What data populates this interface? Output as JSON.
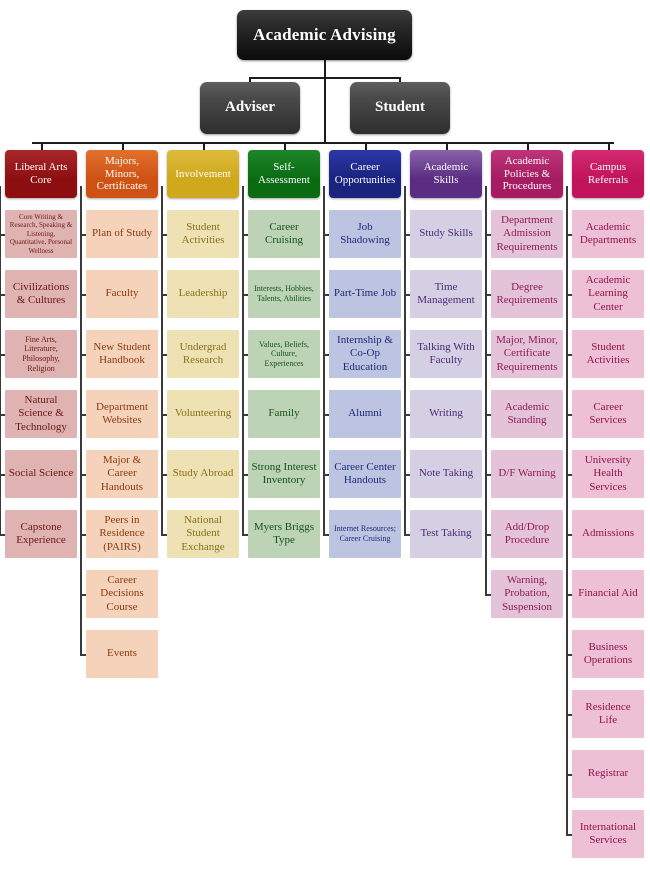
{
  "diagram": {
    "title": "Academic Advising",
    "root": {
      "label": "Academic Advising"
    },
    "mid_nodes": [
      {
        "label": "Adviser"
      },
      {
        "label": "Student"
      }
    ],
    "colors": {
      "root_bg": "#0b0b0b",
      "mid_bg": "#3f3f3f",
      "connector": "#1c1c1c"
    },
    "columns": [
      {
        "id": "liberal-arts-core",
        "header": "Liberal Arts Core",
        "header_bg": "#8d0f12",
        "header_bg_light": "#a8282a",
        "item_bg": "#dfb3b1",
        "item_text": "#6b1713",
        "items": [
          {
            "label": "Core Writing & Research, Speaking & Listening, Quantitative, Personal Wellness",
            "size": "tiny"
          },
          {
            "label": "Civilizations & Cultures",
            "size": "normal"
          },
          {
            "label": "Fine Arts, Literature, Philosophy, Religion",
            "size": "small"
          },
          {
            "label": "Natural Science & Technology",
            "size": "normal"
          },
          {
            "label": "Social Science",
            "size": "normal"
          },
          {
            "label": "Capstone Experience",
            "size": "normal"
          }
        ]
      },
      {
        "id": "majors-minors-certificates",
        "header": "Majors, Minors, Certificates",
        "header_bg": "#cf5215",
        "header_bg_light": "#e2712c",
        "item_bg": "#f4d3ba",
        "item_text": "#8a3a10",
        "items": [
          {
            "label": "Plan of Study",
            "size": "normal"
          },
          {
            "label": "Faculty",
            "size": "normal"
          },
          {
            "label": "New Student Handbook",
            "size": "normal"
          },
          {
            "label": "Department Websites",
            "size": "normal"
          },
          {
            "label": "Major & Career Handouts",
            "size": "normal"
          },
          {
            "label": "Peers in Residence (PAIRS)",
            "size": "normal"
          },
          {
            "label": "Career Decisions Course",
            "size": "normal"
          },
          {
            "label": "Events",
            "size": "normal"
          }
        ]
      },
      {
        "id": "involvement",
        "header": "Involvement",
        "header_bg": "#cfa81c",
        "header_bg_light": "#ddbb3c",
        "item_bg": "#eee2b4",
        "item_text": "#87701a",
        "items": [
          {
            "label": "Student Activities",
            "size": "normal"
          },
          {
            "label": "Leadership",
            "size": "normal"
          },
          {
            "label": "Undergrad Research",
            "size": "normal"
          },
          {
            "label": "Volunteering",
            "size": "normal"
          },
          {
            "label": "Study Abroad",
            "size": "normal"
          },
          {
            "label": "National Student Exchange",
            "size": "normal"
          }
        ]
      },
      {
        "id": "self-assessment",
        "header": "Self-Assessment",
        "header_bg": "#0a6b13",
        "header_bg_light": "#1f8529",
        "item_bg": "#bcd4b5",
        "item_text": "#14521a",
        "items": [
          {
            "label": "Career Cruising",
            "size": "normal"
          },
          {
            "label": "Interests, Hobbies, Talents, Abilities",
            "size": "small"
          },
          {
            "label": "Values, Beliefs, Culture, Experiences",
            "size": "small"
          },
          {
            "label": "Family",
            "size": "normal"
          },
          {
            "label": "Strong Interest Inventory",
            "size": "normal"
          },
          {
            "label": "Myers Briggs Type",
            "size": "normal"
          }
        ]
      },
      {
        "id": "career-opportunities",
        "header": "Career Opportunities",
        "header_bg": "#1a237e",
        "header_bg_light": "#2b39a8",
        "item_bg": "#bcc4e2",
        "item_text": "#1e2a73",
        "items": [
          {
            "label": "Job Shadowing",
            "size": "normal"
          },
          {
            "label": "Part-Time Job",
            "size": "normal"
          },
          {
            "label": "Internship & Co-Op Education",
            "size": "normal"
          },
          {
            "label": "Alumni",
            "size": "normal"
          },
          {
            "label": "Career Center Handouts",
            "size": "normal"
          },
          {
            "label": "Internet Resources; Career Cruising",
            "size": "small"
          }
        ]
      },
      {
        "id": "academic-skills",
        "header": "Academic Skills",
        "header_bg": "#5b2d82",
        "header_bg_light": "#8a63ab",
        "item_bg": "#d5cfe4",
        "item_text": "#4b2b73",
        "items": [
          {
            "label": "Study Skills",
            "size": "normal"
          },
          {
            "label": "Time Management",
            "size": "normal"
          },
          {
            "label": "Talking With Faculty",
            "size": "normal"
          },
          {
            "label": "Writing",
            "size": "normal"
          },
          {
            "label": "Note Taking",
            "size": "normal"
          },
          {
            "label": "Test Taking",
            "size": "normal"
          }
        ]
      },
      {
        "id": "academic-policies-procedures",
        "header": "Academic Policies & Procedures",
        "header_bg": "#a61c62",
        "header_bg_light": "#bf3579",
        "item_bg": "#e4c2d7",
        "item_text": "#8e1b58",
        "items": [
          {
            "label": "Department Admission Requirements",
            "size": "normal"
          },
          {
            "label": "Degree Requirements",
            "size": "normal"
          },
          {
            "label": "Major, Minor, Certificate Requirements",
            "size": "normal"
          },
          {
            "label": "Academic Standing",
            "size": "normal"
          },
          {
            "label": "D/F Warning",
            "size": "normal"
          },
          {
            "label": "Add/Drop Procedure",
            "size": "normal"
          },
          {
            "label": "Warning, Probation, Suspension",
            "size": "normal"
          }
        ]
      },
      {
        "id": "campus-referrals",
        "header": "Campus Referrals",
        "header_bg": "#c2145a",
        "header_bg_light": "#d42a70",
        "item_bg": "#eec0d6",
        "item_text": "#92124b",
        "items": [
          {
            "label": "Academic Departments",
            "size": "normal"
          },
          {
            "label": "Academic Learning Center",
            "size": "normal"
          },
          {
            "label": "Student Activities",
            "size": "normal"
          },
          {
            "label": "Career Services",
            "size": "normal"
          },
          {
            "label": "University Health Services",
            "size": "normal"
          },
          {
            "label": "Admissions",
            "size": "normal"
          },
          {
            "label": "Financial Aid",
            "size": "normal"
          },
          {
            "label": "Business Operations",
            "size": "normal"
          },
          {
            "label": "Residence Life",
            "size": "normal"
          },
          {
            "label": "Registrar",
            "size": "normal"
          },
          {
            "label": "International Services",
            "size": "normal"
          }
        ]
      }
    ]
  }
}
